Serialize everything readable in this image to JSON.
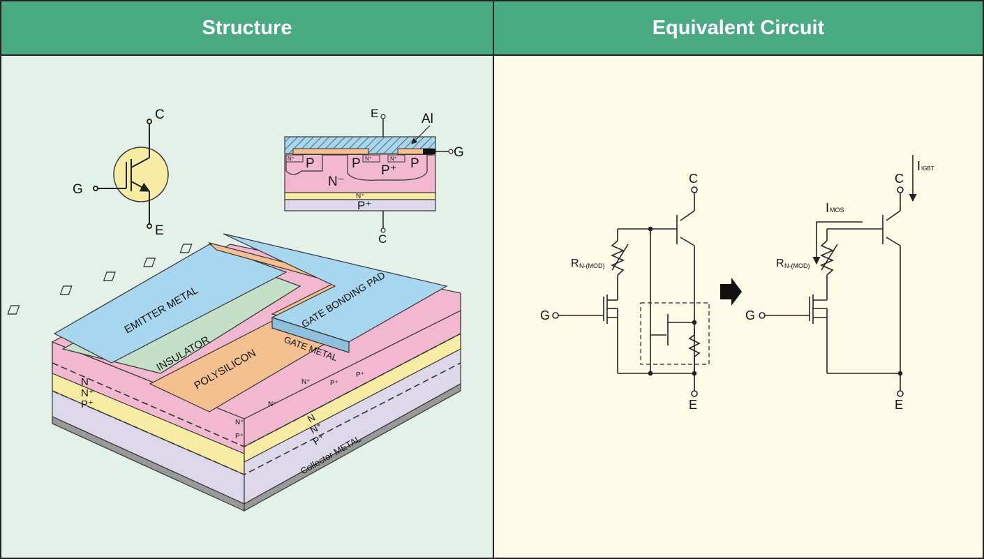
{
  "headers": {
    "structure": "Structure",
    "equivalent_circuit": "Equivalent Circuit"
  },
  "symbol": {
    "collector": "C",
    "gate": "G",
    "emitter": "E"
  },
  "cross_section": {
    "emitter": "E",
    "aluminum": "Al",
    "gate": "G",
    "p": "P",
    "n_plus": "N⁺",
    "p_plus": "P⁺",
    "n_minus": "N⁻",
    "buffer": "N⁺",
    "substrate": "P⁺",
    "collector": "C"
  },
  "chip_3d": {
    "emitter_metal": "EMITTER METAL",
    "insulator": "INSULATOR",
    "polysilicon": "POLYSILICON",
    "gate_metal": "GATE METAL",
    "gate_bonding_pad": "GATE BONDING PAD",
    "collector_metal": "Collector METAL",
    "layer_n": "N",
    "layer_n_plus": "N⁺",
    "layer_p_plus": "P⁺",
    "p_plus": "P⁺",
    "n_plus": "N⁺"
  },
  "circuit1": {
    "c": "C",
    "e": "E",
    "g": "G",
    "r_main": "R",
    "r_sub": "N-(MOD)"
  },
  "circuit2": {
    "c": "C",
    "e": "E",
    "g": "G",
    "r_main": "R",
    "r_sub": "N-(MOD)",
    "i_igbt_main": "I",
    "i_igbt_sub": "IGBT",
    "i_mos_main": "I",
    "i_mos_sub": "MOS"
  },
  "colors": {
    "header": "#4aaa82",
    "left_bg": "#e4f1e8",
    "right_bg": "#fefae8",
    "pink": "#f2b8d0",
    "yellow": "#f8eca4",
    "lavender": "#dcd8ea",
    "blue": "#a8d6ee",
    "green": "#c4e0c8",
    "orange": "#f4c090"
  }
}
